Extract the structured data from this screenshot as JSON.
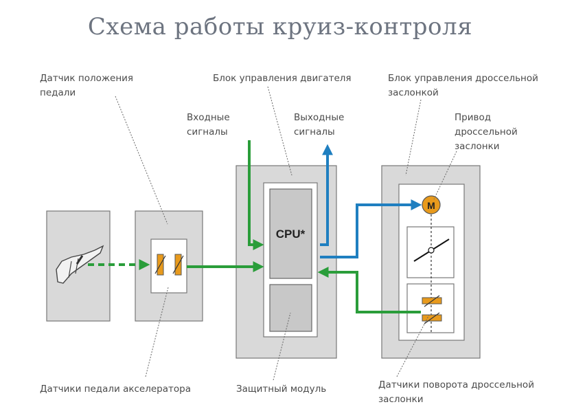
{
  "title": "Схема работы круиз-контроля",
  "labels": {
    "pedal_position_sensor": [
      "Датчик положения",
      "педали"
    ],
    "engine_control_unit": "Блок управления двигателя",
    "throttle_control_unit": [
      "Блок управления дроссельной",
      "заслонкой"
    ],
    "input_signals": [
      "Входные",
      "сигналы"
    ],
    "output_signals": [
      "Выходные",
      "сигналы"
    ],
    "throttle_actuator": [
      "Привод",
      "дроссельной",
      "заслонки"
    ],
    "cpu": "CPU*",
    "motor": "M",
    "accelerator_pedal_sensors": "Датчики педали акселератора",
    "protection_module": "Защитный модуль",
    "throttle_angle_sensors": [
      "Датчики поворота дроссельной",
      "заслонки"
    ]
  },
  "colors": {
    "signal_green": "#2a9d3a",
    "signal_blue": "#1f7fc0",
    "sensor_orange": "#e89a1c",
    "title_gray": "#6d7480"
  }
}
